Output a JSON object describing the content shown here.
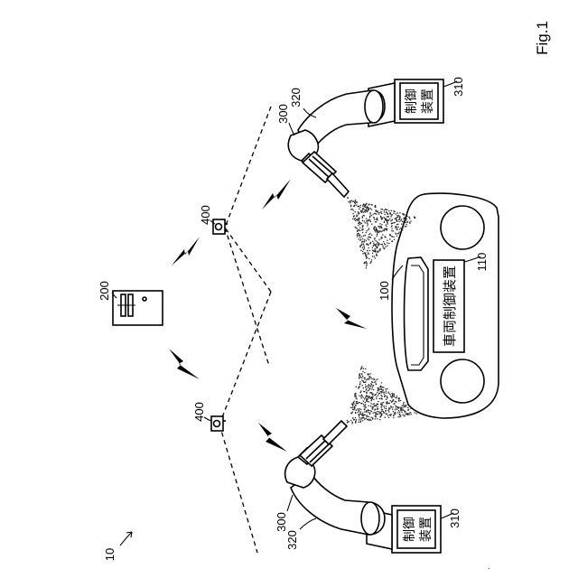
{
  "figure_label": "Fig.1",
  "labels": {
    "system": "10",
    "server": "200",
    "vehicle": "100",
    "vehicle_controller_num": "110",
    "vehicle_controller_text": "車両制御装置",
    "camera_top": "400",
    "camera_bottom": "400",
    "robot_top_num": "300",
    "arm_top_num": "320",
    "ctrl_top_num": "310",
    "robot_bottom_num": "300",
    "arm_bottom_num": "320",
    "ctrl_bottom_num": "310",
    "controller_text_line1": "制御",
    "controller_text_line2": "装置"
  }
}
